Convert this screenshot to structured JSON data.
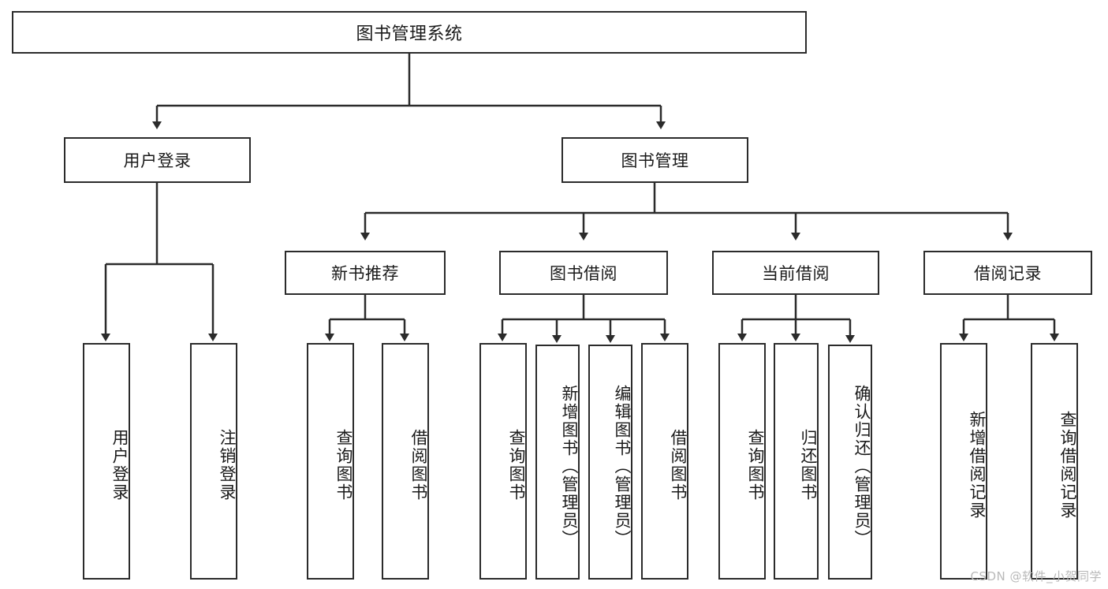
{
  "diagram": {
    "type": "tree-hierarchy",
    "title": "图书管理系统",
    "watermark": "CSDN @软件_小贺同学",
    "colors": {
      "border": "#2b2b2b",
      "background": "#ffffff",
      "text": "#1a1a1a",
      "watermark": "#b9b9b9"
    },
    "root": {
      "label": "图书管理系统"
    },
    "level2": [
      {
        "label": "用户登录"
      },
      {
        "label": "图书管理"
      }
    ],
    "level3": [
      {
        "label": "新书推荐"
      },
      {
        "label": "图书借阅"
      },
      {
        "label": "当前借阅"
      },
      {
        "label": "借阅记录"
      }
    ],
    "leaves": {
      "user_login": [
        {
          "label": "用户登录"
        },
        {
          "label": "注销登录"
        }
      ],
      "new_book_recommend": [
        {
          "label": "查询图书"
        },
        {
          "label": "借阅图书"
        }
      ],
      "book_borrow": [
        {
          "label": "查询图书"
        },
        {
          "label": "新增图书（管理员）"
        },
        {
          "label": "编辑图书（管理员）"
        },
        {
          "label": "借阅图书"
        }
      ],
      "current_borrow": [
        {
          "label": "查询图书"
        },
        {
          "label": "归还图书"
        },
        {
          "label": "确认归还（管理员）"
        }
      ],
      "borrow_record": [
        {
          "label": "新增借阅记录"
        },
        {
          "label": "查询借阅记录"
        }
      ]
    }
  }
}
